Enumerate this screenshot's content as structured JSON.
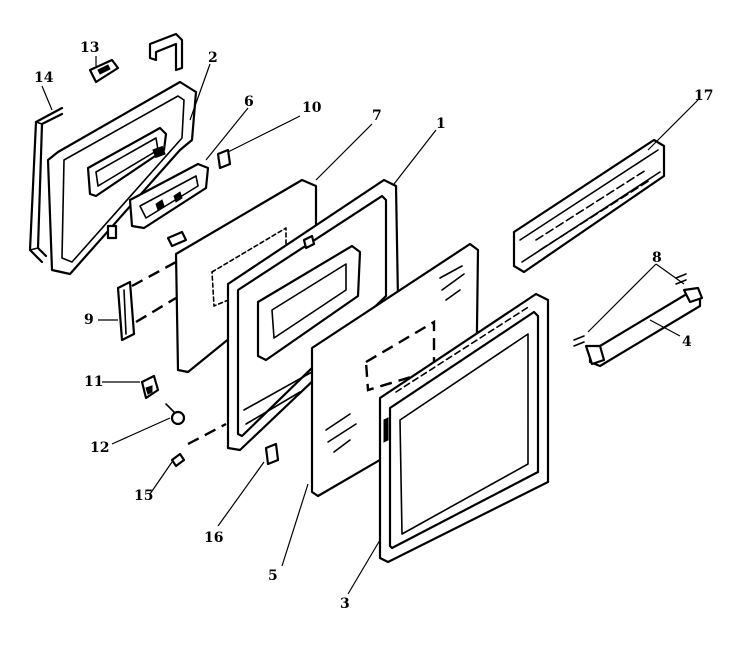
{
  "diagram": {
    "callouts": {
      "c1": "1",
      "c2": "2",
      "c3": "3",
      "c4": "4",
      "c5": "5",
      "c6": "6",
      "c7": "7",
      "c8": "8",
      "c9": "9",
      "c10": "10",
      "c11": "11",
      "c12": "12",
      "c13": "13",
      "c14": "14",
      "c15": "15",
      "c16": "16",
      "c17": "17"
    },
    "line_color": "#000000",
    "background": "#ffffff"
  }
}
